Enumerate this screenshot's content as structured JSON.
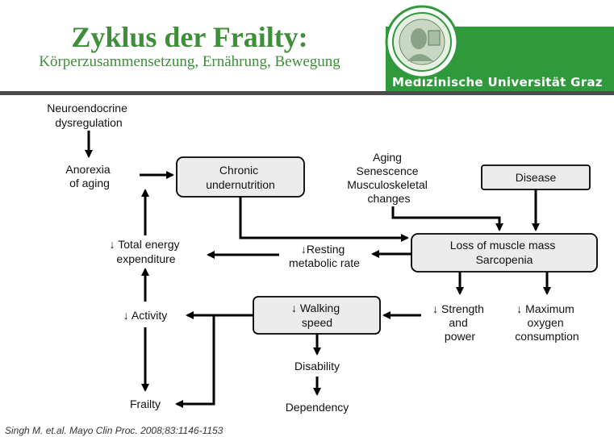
{
  "header": {
    "title": "Zyklus der Frailty:",
    "subtitle": "Körperzusammensetzung, Ernährung, Bewegung",
    "university": "Medizinische Universität Graz"
  },
  "colors": {
    "brand_green": "#2f9a3b",
    "title_green": "#3f8e3a",
    "box_fill": "#ececec"
  },
  "diagram": {
    "neuroendocrine": [
      "Neuroendocrine",
      "dysregulation"
    ],
    "anorexia": [
      "Anorexia",
      "of aging"
    ],
    "chronic_undernutrition": [
      "Chronic",
      "undernutrition"
    ],
    "aging": [
      "Aging",
      "Senescence",
      "Musculoskeletal",
      "changes"
    ],
    "disease": [
      "Disease"
    ],
    "total_energy": [
      "↓ Total energy",
      "expenditure"
    ],
    "resting_metabolic": [
      "↓Resting",
      "metabolic rate"
    ],
    "loss_muscle": [
      "Loss of muscle mass",
      "Sarcopenia"
    ],
    "activity": [
      "↓ Activity"
    ],
    "walking_speed": [
      "↓ Walking",
      "speed"
    ],
    "strength": [
      "↓ Strength",
      "and",
      "power"
    ],
    "oxygen": [
      "↓ Maximum",
      "oxygen",
      "consumption"
    ],
    "disability": [
      "Disability"
    ],
    "frailty": [
      "Frailty"
    ],
    "dependency": [
      "Dependency"
    ]
  },
  "citation": "Singh M. et.al. Mayo Clin Proc. 2008;83:1146-1153"
}
